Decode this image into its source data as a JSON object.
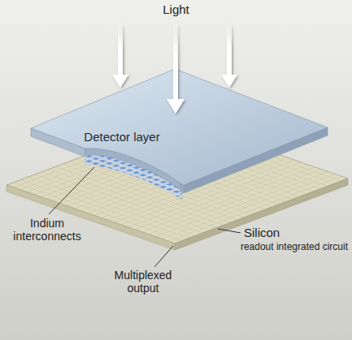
{
  "diagram": {
    "nodes": [
      {
        "text": [
          "Detector layer"
        ]
      }
    ],
    "labels": [
      "Light",
      "Indium interconnects",
      "Silicon",
      "readout integrated circuit",
      "Multiplexed output"
    ]
  }
}
